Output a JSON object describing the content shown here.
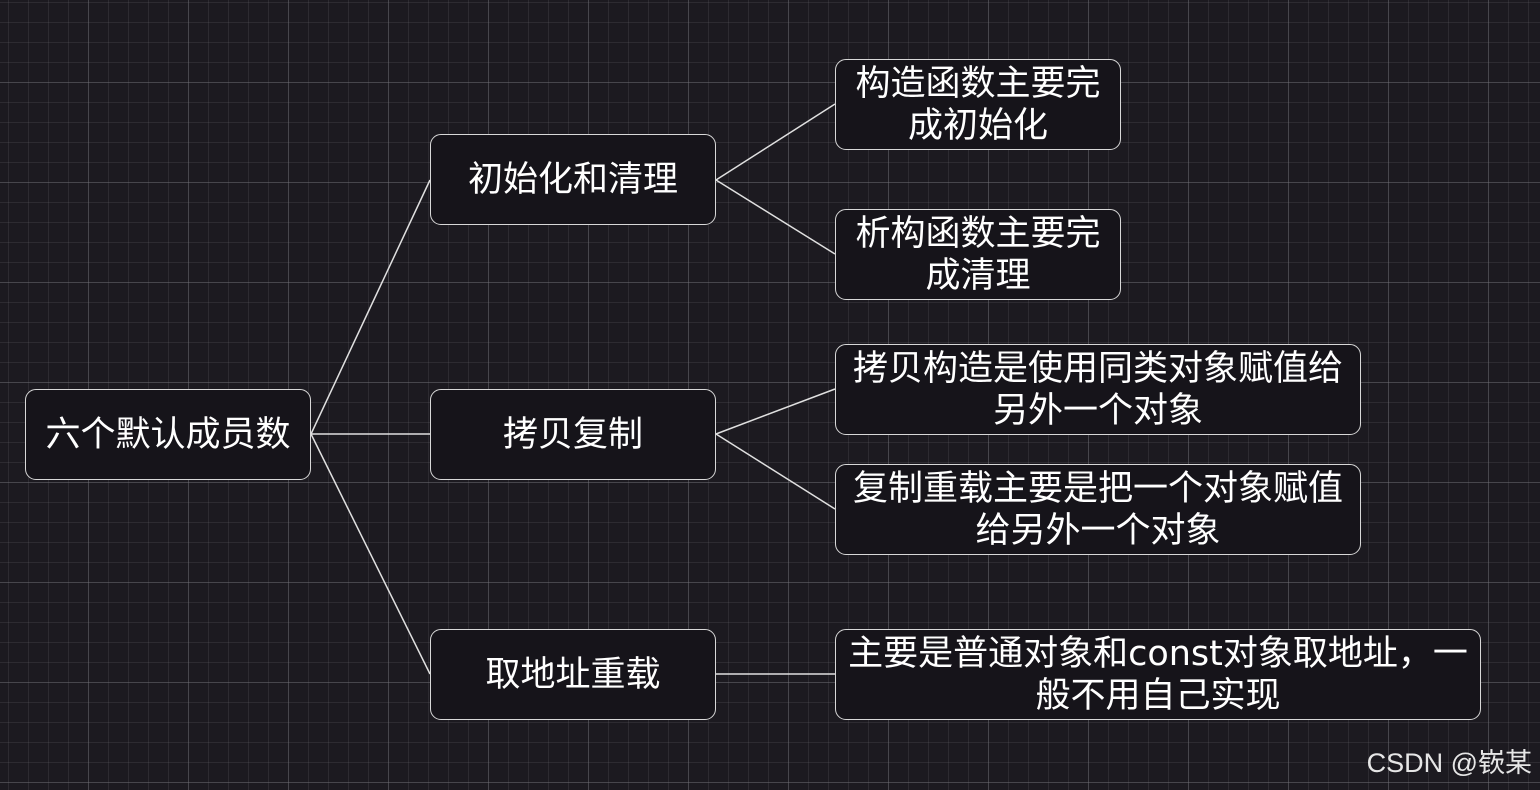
{
  "diagram": {
    "root": "六个默认成员数",
    "branches": [
      {
        "label": "初始化和清理",
        "children": [
          "构造函数主要完成初始化",
          "析构函数主要完成清理"
        ]
      },
      {
        "label": "拷贝复制",
        "children": [
          "拷贝构造是使用同类对象赋值给另外一个对象",
          "复制重载主要是把一个对象赋值给另外一个对象"
        ]
      },
      {
        "label": "取地址重载",
        "children": [
          "主要是普通对象和const对象取地址，一般不用自己实现"
        ]
      }
    ]
  },
  "watermark": "CSDN @嵚某",
  "colors": {
    "background": "#1c1a20",
    "node_fill": "#16141a",
    "node_border": "#d8d8d8",
    "text": "#ffffff",
    "edge": "#e0e0e0"
  }
}
